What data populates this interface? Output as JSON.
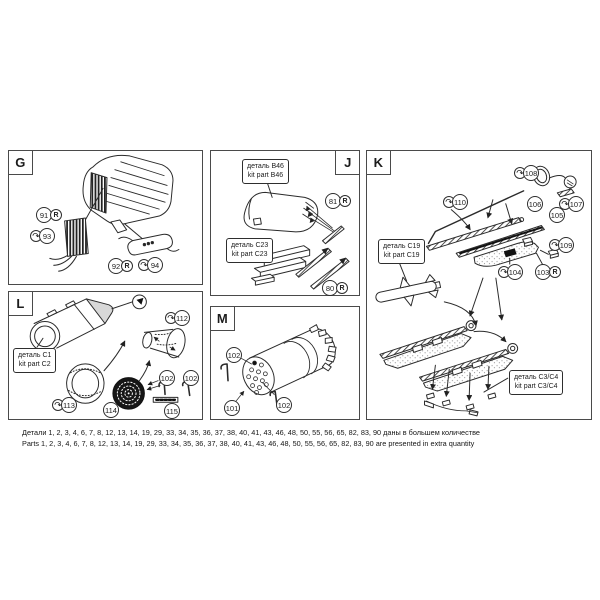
{
  "symbols": {
    "bend": "↷"
  },
  "footer": {
    "ru": "Детали 1, 2, 3, 4, 6, 7, 8, 12, 13, 14, 19, 29, 33, 34, 35, 36, 37, 38, 40, 41, 43, 46, 48, 50, 55, 56, 65, 82, 83, 90 даны в большем количестве",
    "en": "Parts 1, 2, 3, 4, 6, 7, 8, 12, 13, 14, 19, 29, 33, 34, 35, 36, 37, 38, 40, 41, 43, 46, 48, 50, 55, 56, 65, 82, 83, 90 are presented in extra quantity"
  },
  "panels": {
    "g": {
      "label": "G",
      "callouts": {
        "c91": "91",
        "r91": "R",
        "c93": "93",
        "c92": "92",
        "r92": "R",
        "c94": "94"
      }
    },
    "j": {
      "label": "J",
      "part_b46": {
        "ru": "деталь B46",
        "en": "kit part B46"
      },
      "part_c23": {
        "ru": "деталь C23",
        "en": "kit part C23"
      },
      "callouts": {
        "c81": "81",
        "r81": "R",
        "c80": "80",
        "r80": "R"
      }
    },
    "k": {
      "label": "K",
      "part_c19": {
        "ru": "деталь C19",
        "en": "kit part C19"
      },
      "part_c34": {
        "ru": "деталь C3/C4",
        "en": "kit part C3/C4"
      },
      "callouts": {
        "c108": "108",
        "c110": "110",
        "c106": "106",
        "c107": "107",
        "c105": "105",
        "c109": "109",
        "c104": "104",
        "c103": "103",
        "r103": "R"
      }
    },
    "l": {
      "label": "L",
      "part_c1": {
        "ru": "деталь C1",
        "en": "kit part C2"
      },
      "callouts": {
        "c112": "112",
        "c113": "113",
        "c114": "114",
        "c102a": "102",
        "c102b": "102",
        "c115": "115"
      }
    },
    "m": {
      "label": "M",
      "callouts": {
        "c102a": "102",
        "c101": "101",
        "c102b": "102"
      }
    }
  },
  "colors": {
    "line": "#2b2b2b",
    "cone_gray": "#d8d8d8",
    "dark_fill": "#161616",
    "border": "#4a4a4a"
  }
}
